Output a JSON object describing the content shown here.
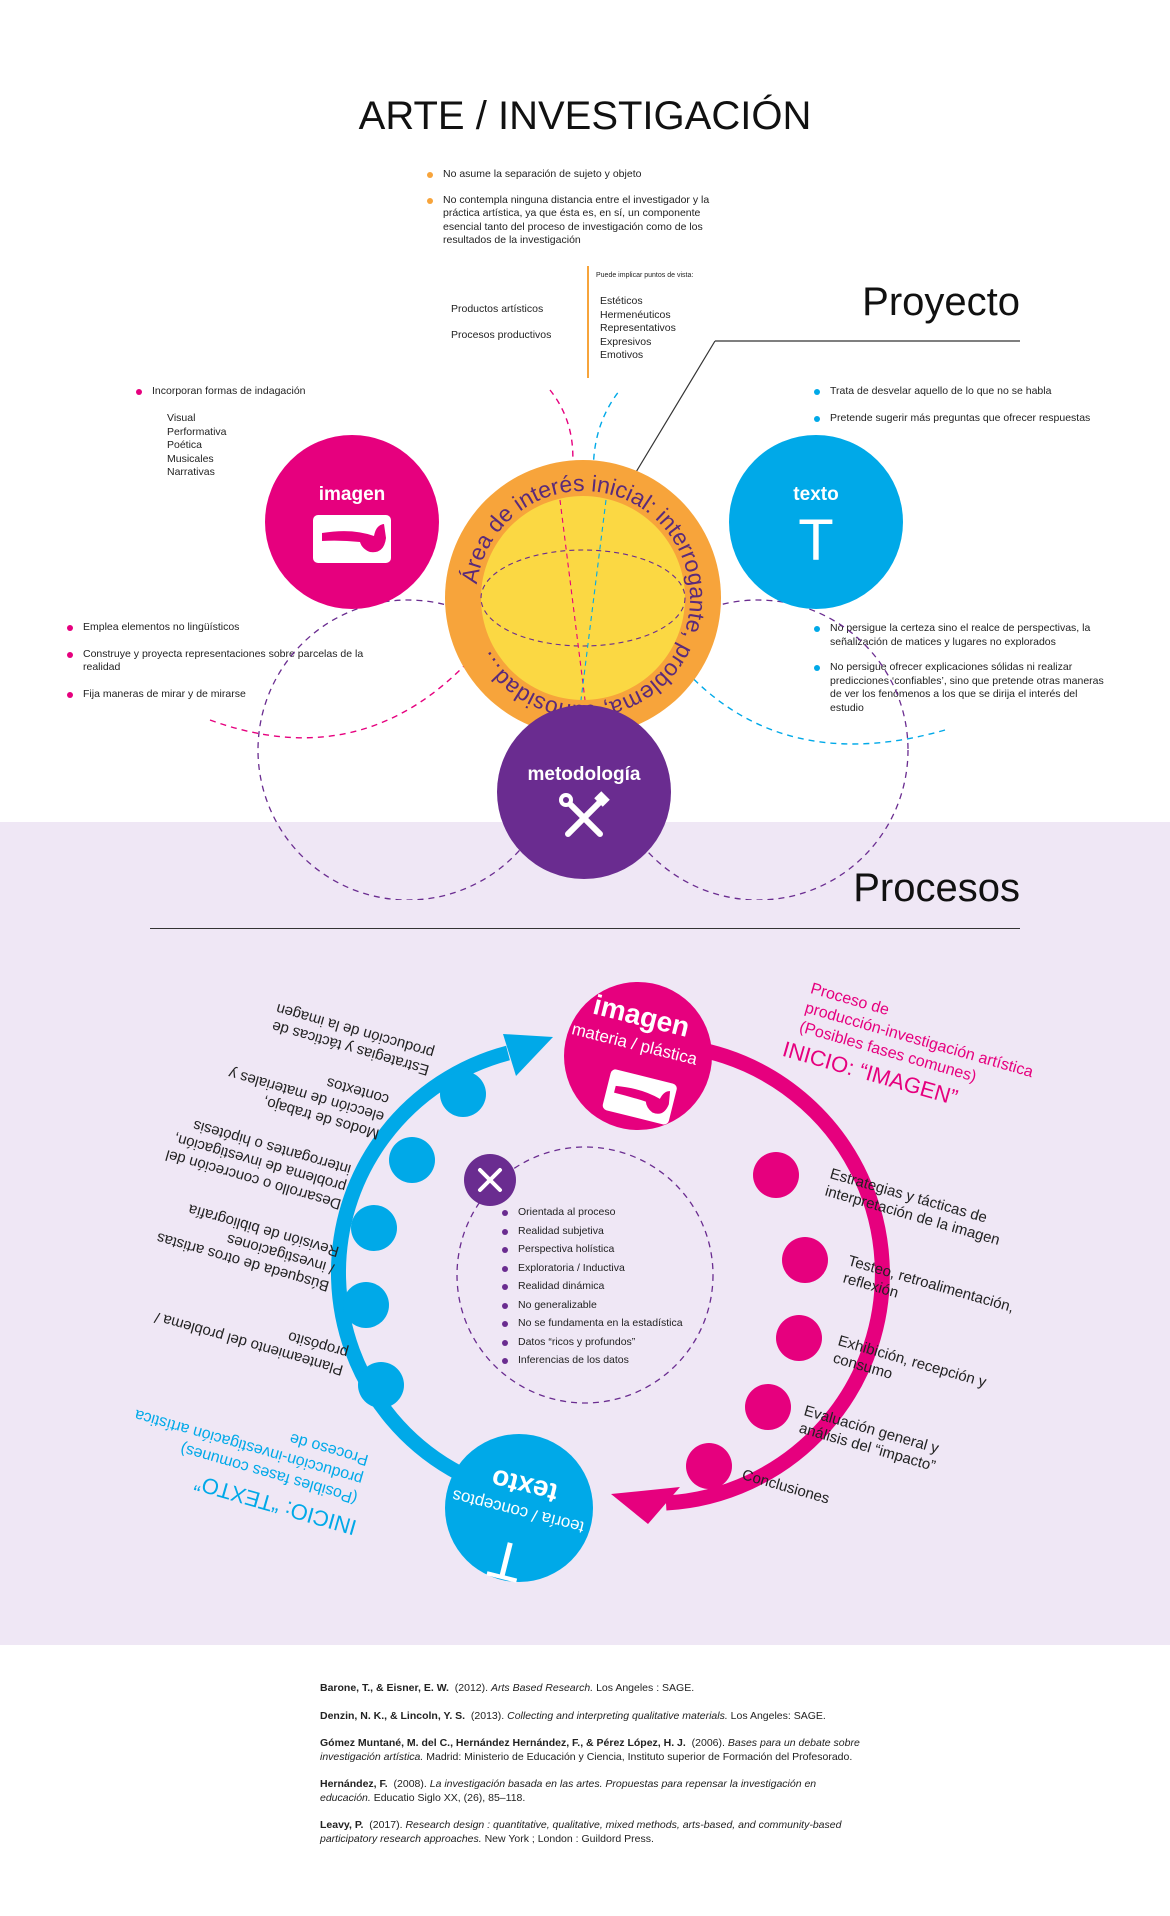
{
  "title": "ARTE / INVESTIGACIÓN",
  "header_bullets": [
    "No asume la separación de sujeto y objeto",
    "No contempla ninguna distancia entre el investigador y la práctica artística, ya que ésta es, en sí, un componente esencial tanto del proceso de investigación como de los resultados de la investigación"
  ],
  "products": [
    "Productos artísticos",
    "Procesos productivos"
  ],
  "viewpoints": {
    "heading": "Puede implicar puntos de vista:",
    "items": [
      "Estéticos",
      "Hermenéuticos",
      "Representativos",
      "Expresivos",
      "Emotivos"
    ]
  },
  "proyecto": {
    "heading": "Proyecto"
  },
  "imagen_top": {
    "label": "imagen",
    "bullet_top": "Incorporan formas de indagación",
    "forms": [
      "Visual",
      "Performativa",
      "Poética",
      "Musicales",
      "Narrativas"
    ],
    "bullets_bottom": [
      "Emplea elementos no lingüísticos",
      "Construye y proyecta representaciones sobre parcelas de la realidad",
      "Fija maneras de mirar y de mirarse"
    ]
  },
  "texto_top": {
    "label": "texto",
    "glyph": "T",
    "bullets_top": [
      "Trata de desvelar aquello de lo que no se habla",
      "Pretende sugerir más preguntas que ofrecer respuestas"
    ],
    "bullets_bottom": [
      "No persigue la certeza sino el realce de perspectivas, la señalización de matices y lugares no explorados",
      "No persigue ofrecer explicaciones sólidas ni realizar predicciones ‘confiables’, sino que pretende otras maneras de ver los fenómenos a los que se dirija el interés del estudio"
    ]
  },
  "center_ring_text": "Área de interés inicial: interrogante, problema, curiosidad…",
  "metodologia": {
    "label": "metodología"
  },
  "procesos": {
    "heading": "Procesos",
    "imagen": {
      "label": "imagen",
      "sub": "materia / plástica"
    },
    "texto": {
      "label": "texto",
      "sub": "teoría / conceptos",
      "glyph": "T"
    },
    "magenta_note": [
      "Proceso de",
      "producción-investigación artística",
      "(Posibles fases comunes)"
    ],
    "magenta_start": "INICIO: “IMAGEN”",
    "cyan_note": [
      "Proceso de",
      "producción-investigación artística",
      "(Posibles fases comunes)"
    ],
    "cyan_start": "INICIO: “TEXTO”",
    "magenta_steps": [
      [
        "Estrategias y tácticas de",
        "interpretación de la imagen"
      ],
      [
        "Testeo, retroalimentación,",
        "reflexión"
      ],
      [
        "Exhibición, recepción y",
        "consumo"
      ],
      [
        "Evaluación general y",
        "análisis del “impacto”"
      ],
      [
        "Conclusiones"
      ]
    ],
    "cyan_steps": [
      [
        "Planteamiento del problema /",
        "propósito"
      ],
      [
        "Búsqueda de otros artistas",
        "/ investigaciones",
        "Revisión de bibliografía"
      ],
      [
        "Desarrollo o concreción del",
        "problema de investigación,",
        "interrogantes o hipótesis"
      ],
      [
        "Modos de trabajo,",
        "elección de materiales y",
        "contextos"
      ],
      [
        "Estrategias y tácticas de",
        "producción de la imagen"
      ]
    ],
    "characteristics": [
      "Orientada al proceso",
      "Realidad subjetiva",
      "Perspectiva holística",
      "Exploratoria / Inductiva",
      "Realidad dinámica",
      "No generalizable",
      "No se fundamenta en la estadística",
      "Datos “ricos y profundos”",
      "Inferencias de los datos"
    ]
  },
  "references": [
    {
      "authors": "Barone, T., & Eisner, E. W.",
      "year": "(2012).",
      "title": "Arts Based Research.",
      "rest": "Los Angeles : SAGE."
    },
    {
      "authors": "Denzin, N. K., & Lincoln, Y. S.",
      "year": "(2013).",
      "title": "Collecting and interpreting qualitative materials.",
      "rest": "Los Angeles: SAGE."
    },
    {
      "authors": "Gómez Muntané, M. del C., Hernández Hernández, F., & Pérez López, H. J.",
      "year": "(2006).",
      "title": "Bases para un debate sobre investigación artística.",
      "rest": "Madrid: Ministerio de Educación y Ciencia, Instituto superior de Formación del Profesorado."
    },
    {
      "authors": "Hernández, F.",
      "year": "(2008).",
      "title": "La investigación basada en las artes. Propuestas para repensar la investigación en educación.",
      "rest": "Educatio Siglo XX, (26), 85–118."
    },
    {
      "authors": "Leavy, P.",
      "year": "(2017).",
      "title": "Research design : quantitative, qualitative, mixed methods, arts-based, and community-based participatory research approaches.",
      "rest": "New York ; London : Guildord Press."
    }
  ],
  "colors": {
    "magenta": "#e6007e",
    "cyan": "#00a9e8",
    "purple": "#6a2c90",
    "orange": "#f7a43b",
    "yellow": "#fbd843",
    "lavender": "#efe7f5"
  }
}
